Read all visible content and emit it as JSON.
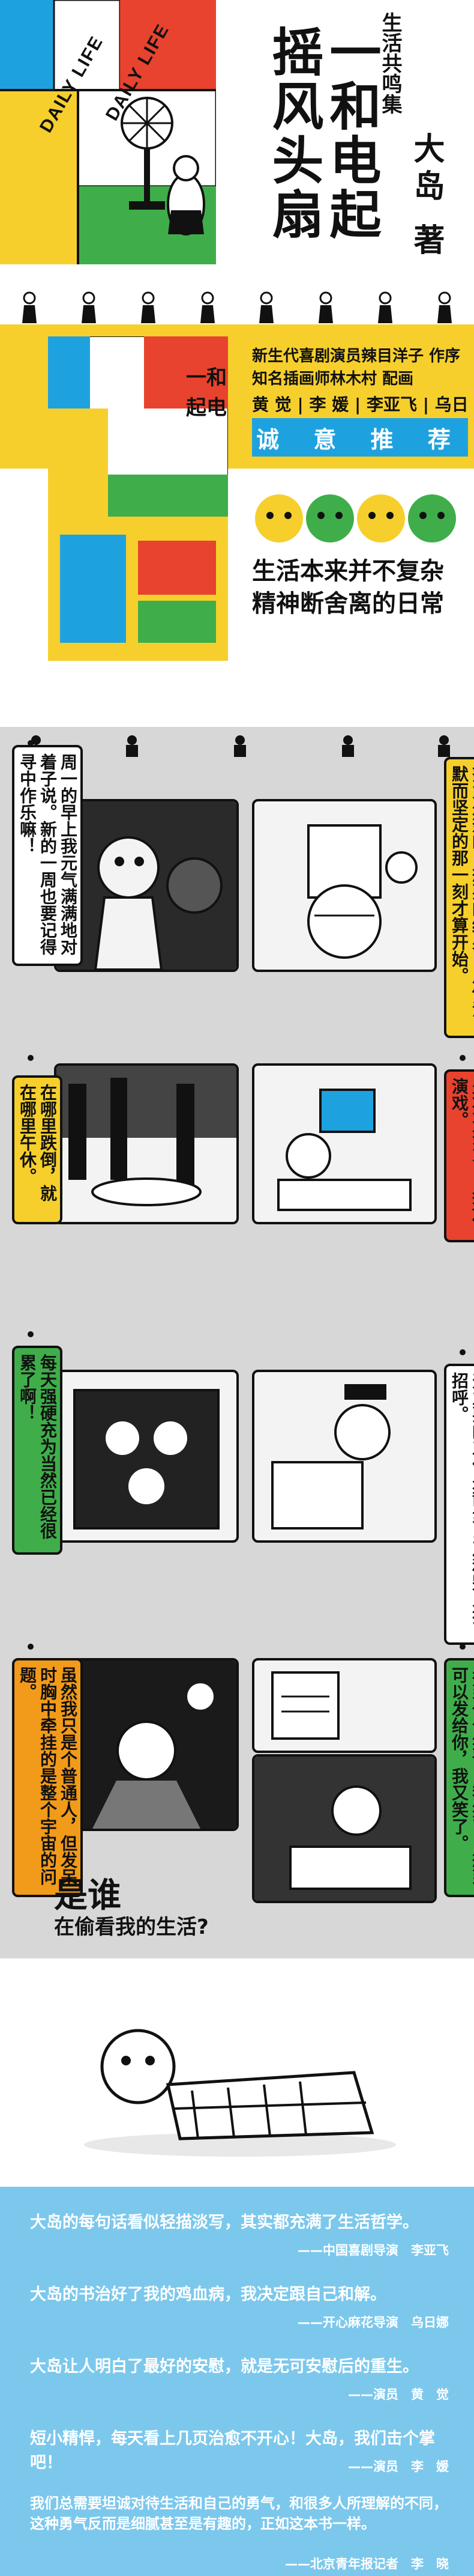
{
  "header": {
    "daily_life": "DAILY LIFE",
    "series": "生活共鸣集",
    "title": "一和电起摇风头扇",
    "author": "大岛 著"
  },
  "promo": {
    "line1": "新生代喜剧演员辣目洋子 作序",
    "line2": "知名插画师林木村 配画",
    "names": "黄 觉 | 李 媛 | 李亚飞 | 乌日娜",
    "recommend": "诚 意 推 荐",
    "slogan1": "生活本来并不复杂",
    "slogan2": "精神断舍离的日常"
  },
  "comic": {
    "tag1": "周一的早上我元气满满地对着子说。新的一周也要记得寻中作乐嘛！",
    "tag2": "努力是热的，想要的结果，从你沉默而坚定的那一刻才算开始。",
    "tag3": "在哪里跌倒，就在哪里午休。",
    "tag4": "少壮不努力，上班像演戏。",
    "tag5": "每天强硬充为当然已经很累了啊！",
    "tag6": "想去意大利的小岛上当邮递员，每天主要的工作是散步以及和别人打招呼。",
    "tag7": "虽然我只是个普通人，但发呆时胸中牵挂的是整个宇宙的问题。",
    "tag8": "看到一个笑话，我笑了。想到可以发给你，我又笑了。",
    "who": "是谁",
    "who_sub": "在偷看我的生活?"
  },
  "reviews": [
    {
      "text": "大岛的每句话看似轻描淡写，其实都充满了生活哲学。",
      "sign": "——中国喜剧导演　李亚飞"
    },
    {
      "text": "大岛的书治好了我的鸡血病，我决定跟自己和解。",
      "sign": "——开心麻花导演　乌日娜"
    },
    {
      "text": "大岛让人明白了最好的安慰，就是无可安慰后的重生。",
      "sign": "——演员　黄　觉"
    },
    {
      "text": "短小精悍，每天看上几页治愈不开心！大岛，我们击个掌吧！",
      "sign": "——演员　李　媛"
    },
    {
      "text": "我们总需要坦诚对待生活和自己的勇气，和很多人所理解的不同，这种勇气反而是细腻甚至是有趣的，正如这本书一样。",
      "sign": "——北京青年报记者　李　晓"
    }
  ],
  "colors": {
    "yellow": "#f6cf2c",
    "blue": "#1ea2df",
    "red": "#e8432e",
    "green": "#3fae4a",
    "orange": "#f29a1a",
    "sky": "#7cc8ec"
  }
}
